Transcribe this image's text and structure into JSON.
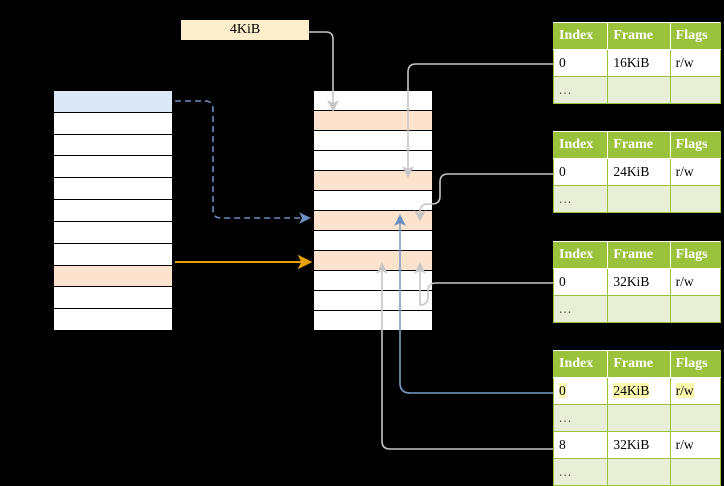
{
  "diagram": {
    "title": "page-table-translation",
    "colors": {
      "header_green": "#9ac23c",
      "row_pale_green": "#e9efd7",
      "highlight_yellow": "#fbf8ae",
      "highlight_orange": "#fde3cd",
      "highlight_blue": "#dbe8f7",
      "chip_bg": "#fdeecb",
      "arrow_blue": "#6b8fc2",
      "arrow_orange": "#e8a100",
      "arrow_gray": "#c6c6c6",
      "wire_gray": "#bfbfbf",
      "wire_blue": "#7b9dc8",
      "background": "#000000"
    },
    "label_chip": {
      "text": "4KiB"
    },
    "virtual_column": {
      "name": "virtual-address-space",
      "row_count": 11,
      "rows": [
        {
          "index": 0,
          "fill": "blue"
        },
        {
          "index": 1,
          "fill": "white"
        },
        {
          "index": 2,
          "fill": "white"
        },
        {
          "index": 3,
          "fill": "white"
        },
        {
          "index": 4,
          "fill": "white"
        },
        {
          "index": 5,
          "fill": "white"
        },
        {
          "index": 6,
          "fill": "white"
        },
        {
          "index": 7,
          "fill": "white"
        },
        {
          "index": 8,
          "fill": "orange"
        },
        {
          "index": 9,
          "fill": "white"
        },
        {
          "index": 10,
          "fill": "white"
        }
      ]
    },
    "physical_column": {
      "name": "physical-memory",
      "row_count": 11,
      "rows": [
        {
          "index": 0,
          "fill": "white"
        },
        {
          "index": 1,
          "fill": "orange"
        },
        {
          "index": 2,
          "fill": "white"
        },
        {
          "index": 3,
          "fill": "white"
        },
        {
          "index": 4,
          "fill": "orange"
        },
        {
          "index": 5,
          "fill": "white"
        },
        {
          "index": 6,
          "fill": "orange"
        },
        {
          "index": 7,
          "fill": "white"
        },
        {
          "index": 8,
          "fill": "orange"
        },
        {
          "index": 9,
          "fill": "white"
        },
        {
          "index": 10,
          "fill": "white"
        },
        {
          "index": 11,
          "fill": "white"
        }
      ]
    },
    "tables": [
      {
        "name": "page-table-level-1",
        "headers": [
          "Index",
          "Frame",
          "Flags"
        ],
        "rows": [
          {
            "type": "data",
            "cells": [
              "0",
              "16KiB",
              "r/w"
            ],
            "highlight": false
          },
          {
            "type": "dots",
            "cells": [
              "...",
              "",
              ""
            ],
            "highlight": false
          }
        ]
      },
      {
        "name": "page-table-level-2",
        "headers": [
          "Index",
          "Frame",
          "Flags"
        ],
        "rows": [
          {
            "type": "data",
            "cells": [
              "0",
              "24KiB",
              "r/w"
            ],
            "highlight": false
          },
          {
            "type": "dots",
            "cells": [
              "...",
              "",
              ""
            ],
            "highlight": false
          }
        ]
      },
      {
        "name": "page-table-level-3",
        "headers": [
          "Index",
          "Frame",
          "Flags"
        ],
        "rows": [
          {
            "type": "data",
            "cells": [
              "0",
              "32KiB",
              "r/w"
            ],
            "highlight": false
          },
          {
            "type": "dots",
            "cells": [
              "...",
              "",
              ""
            ],
            "highlight": false
          }
        ]
      },
      {
        "name": "page-table-level-4",
        "headers": [
          "Index",
          "Frame",
          "Flags"
        ],
        "rows": [
          {
            "type": "data",
            "cells": [
              "0",
              "24KiB",
              "r/w"
            ],
            "highlight": true
          },
          {
            "type": "dots",
            "cells": [
              "...",
              "",
              ""
            ],
            "highlight": false
          },
          {
            "type": "data",
            "cells": [
              "8",
              "32KiB",
              "r/w"
            ],
            "highlight": false
          },
          {
            "type": "dots",
            "cells": [
              "...",
              "",
              ""
            ],
            "highlight": false
          }
        ]
      }
    ]
  }
}
